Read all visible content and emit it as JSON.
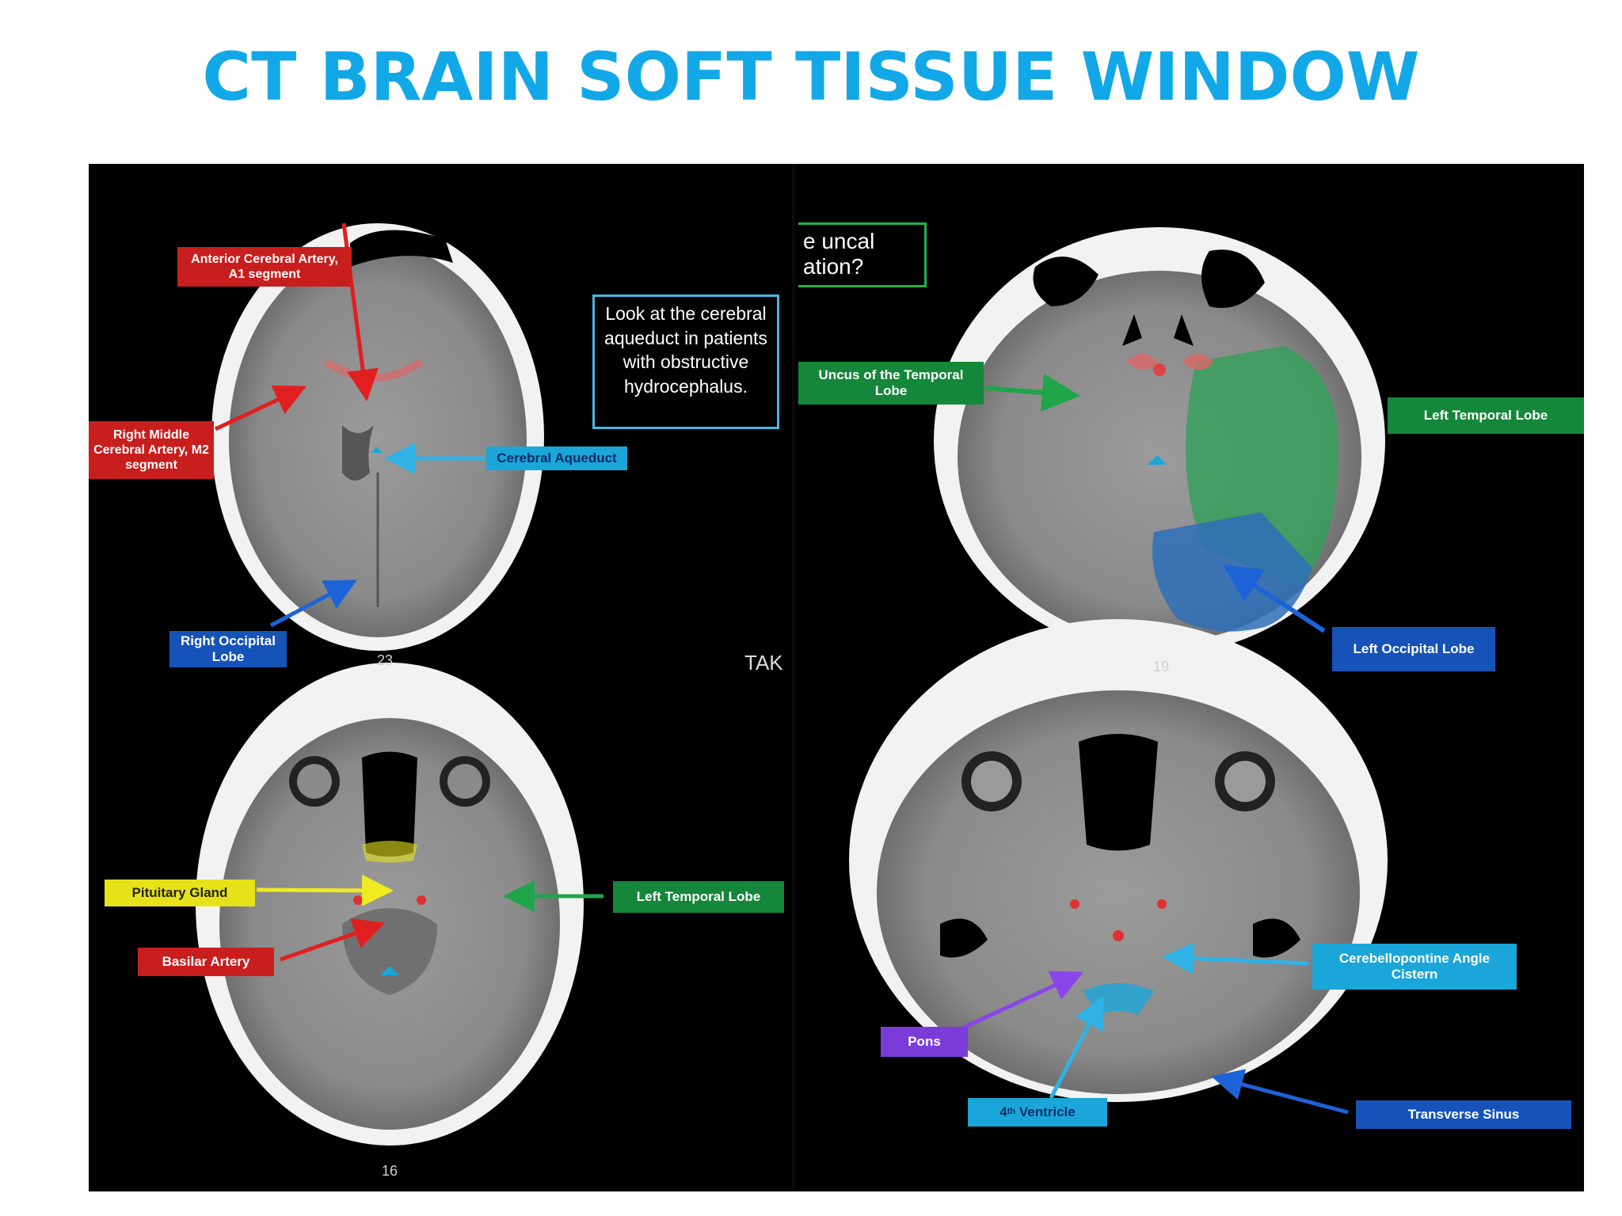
{
  "title": "CT BRAIN SOFT TISSUE WINDOW",
  "panels": {
    "top_left": {
      "slice": "23",
      "note": "Look at the cerebral aqueduct in patients with obstructive hydrocephalus.",
      "labels": {
        "aca": "Anterior Cerebral Artery, A1 segment",
        "mca": "Right Middle Cerebral Artery, M2 segment",
        "aqueduct": "Cerebral Aqueduct",
        "occipital": "Right Occipital Lobe"
      },
      "watermark": "TAK"
    },
    "top_right": {
      "slice": "19",
      "fragment": "e uncal ation?",
      "labels": {
        "uncus": "Uncus of the Temporal Lobe",
        "temporal": "Left Temporal Lobe",
        "occipital": "Left Occipital Lobe"
      }
    },
    "bottom_left": {
      "slice": "16",
      "labels": {
        "pituitary": "Pituitary Gland",
        "basilar": "Basilar Artery",
        "temporal": "Left Temporal Lobe"
      }
    },
    "bottom_right": {
      "labels": {
        "cpa": "Cerebellopontine Angle Cistern",
        "pons": "Pons",
        "ventricle_num": "4",
        "ventricle_sup": "th",
        "ventricle_rest": " Ventricle",
        "sinus": "Transverse Sinus"
      }
    }
  },
  "colors": {
    "title": "#12a8e8",
    "red_label": "#c81e1e",
    "blue_label": "#1553b8",
    "cyan_label": "#1aa6d8",
    "green_label": "#15873a",
    "yellow_label": "#e6e21a",
    "purple_label": "#7a3bd8"
  }
}
